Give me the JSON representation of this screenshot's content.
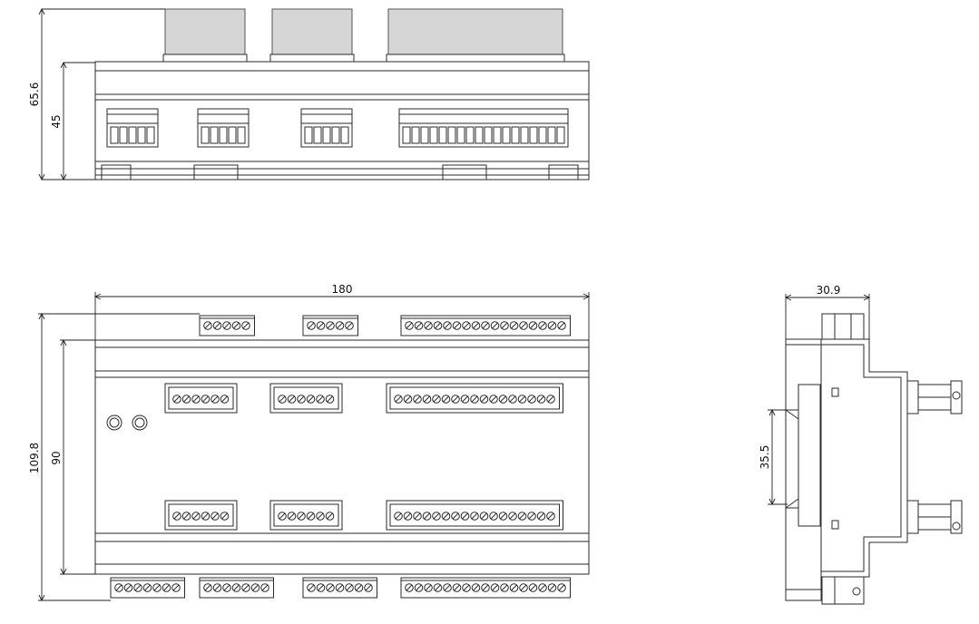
{
  "dimensions": {
    "top_total_height": "65.6",
    "top_body_height": "45",
    "front_width": "180",
    "front_total_height": "109.8",
    "front_body_height": "90",
    "side_width": "30.9",
    "side_rail_height": "35.5"
  }
}
